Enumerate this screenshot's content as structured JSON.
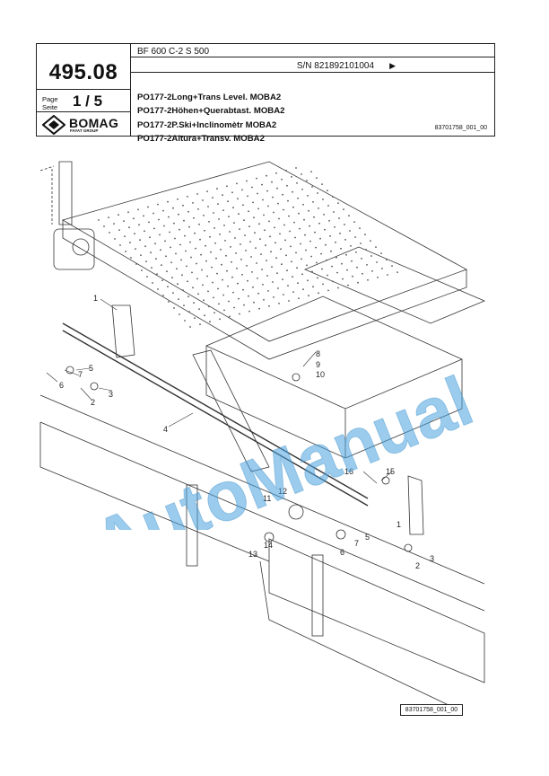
{
  "header": {
    "model": "BF 600 C-2 S 500",
    "serial": "S/N 821892101004",
    "serial_arrow": "▶",
    "page_number": "495.08",
    "page_label_en": "Page",
    "page_label_de": "Seite",
    "page_fraction": "1 / 5",
    "titles": [
      "PO177-2Long+Trans Level. MOBA2",
      "PO177-2Höhen+Querabtast. MOBA2",
      "PO177-2P.Ski+Inclinomètr MOBA2",
      "PO177-2Altura+Transv. MOBA2"
    ],
    "doc_number": "83701758_001_00"
  },
  "logo": {
    "name": "BOMAG",
    "sub": "FAYAT GROUP",
    "color": "#111111"
  },
  "drawing": {
    "callouts": [
      "1",
      "2",
      "3",
      "4",
      "5",
      "6",
      "7",
      "8",
      "9",
      "10",
      "11",
      "12",
      "13",
      "14",
      "15",
      "16",
      "1",
      "2",
      "3",
      "5",
      "6",
      "7"
    ],
    "stamp": "83701758_001_00"
  },
  "watermark": {
    "text": "AutoManual",
    "color": "#4aa3df"
  }
}
